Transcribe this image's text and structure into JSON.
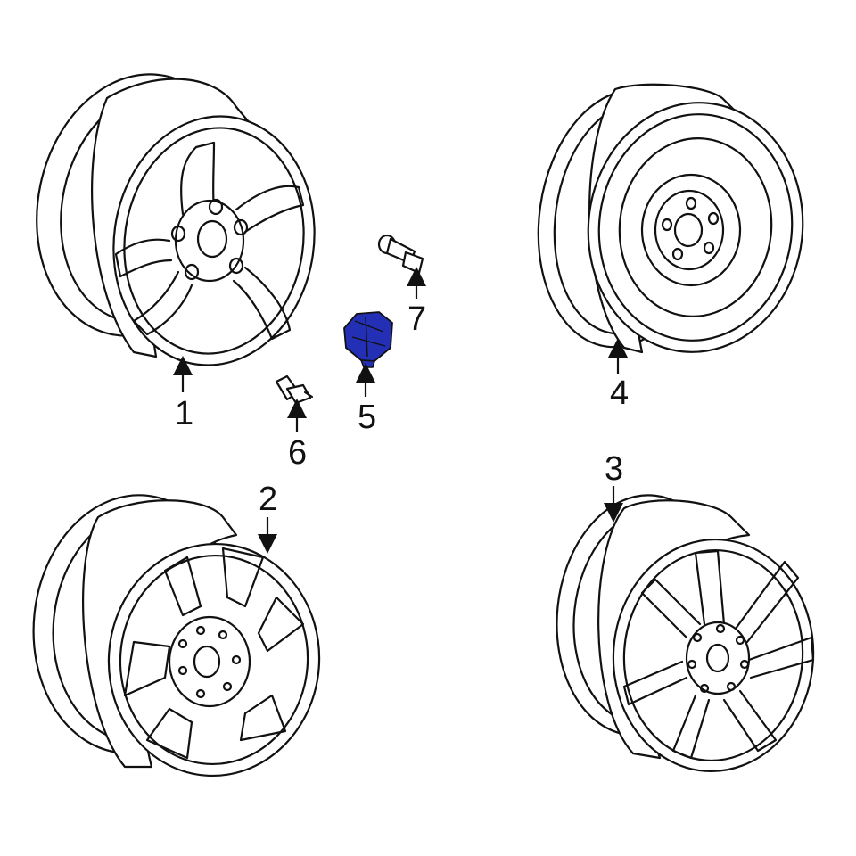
{
  "colors": {
    "line": "#111111",
    "highlight": "#2330b5",
    "background": "#ffffff"
  },
  "callouts": [
    {
      "id": "1",
      "label": "1"
    },
    {
      "id": "2",
      "label": "2"
    },
    {
      "id": "3",
      "label": "3"
    },
    {
      "id": "4",
      "label": "4"
    },
    {
      "id": "5",
      "label": "5"
    },
    {
      "id": "6",
      "label": "6"
    },
    {
      "id": "7",
      "label": "7"
    }
  ]
}
